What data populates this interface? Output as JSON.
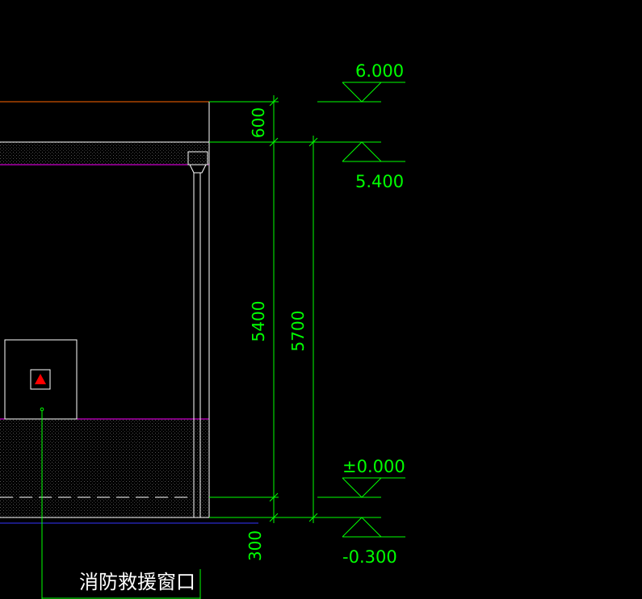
{
  "drawing": {
    "background_color": "#000000",
    "colors": {
      "dimension": "#00ff00",
      "outline": "#ffffff",
      "parapet_line": "#ff6600",
      "floor_line": "#ff00ff",
      "ground_line": "#3333ff",
      "marker": "#ff0000"
    }
  },
  "elevations": {
    "roof_top": "6.000",
    "roof_slab": "5.400",
    "ground_floor": "±0.000",
    "exterior_grade": "-0.300"
  },
  "dimensions": {
    "parapet_height": "600",
    "floor_height": "5400",
    "total_height": "5700",
    "plinth_height": "300"
  },
  "annotation": {
    "label": "消防救援窗口",
    "marker_icon": "fire-rescue-triangle-icon"
  }
}
